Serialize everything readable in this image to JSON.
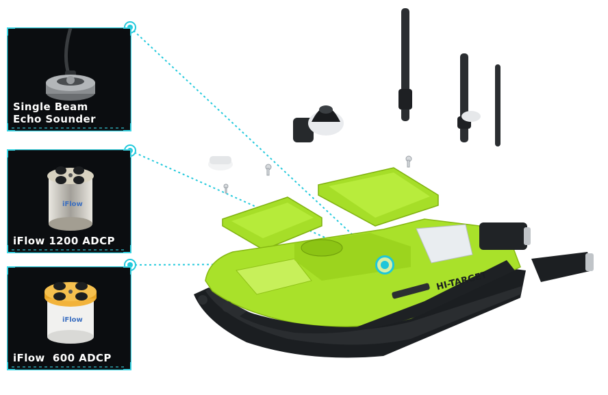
{
  "cards": [
    {
      "label_line1": "Single Beam",
      "label_line2": "Echo Sounder",
      "icon": "echo-sounder-icon"
    },
    {
      "label_line1": "iFlow 1200 ADCP",
      "label_line2": "",
      "icon": "adcp-1200-icon"
    },
    {
      "label_line1": "iFlow  600 ADCP",
      "label_line2": "",
      "icon": "adcp-600-icon"
    }
  ],
  "product_marks": {
    "adcp_1200_brand": "iFlow",
    "adcp_600_brand": "iFlow"
  },
  "boat": {
    "brand_mark": "HI-TARGET"
  },
  "colors": {
    "accent": "#22c9dc",
    "hull_green": "#a9e12a",
    "hull_dark": "#1b1e21",
    "card_bg": "#0b0d10"
  }
}
